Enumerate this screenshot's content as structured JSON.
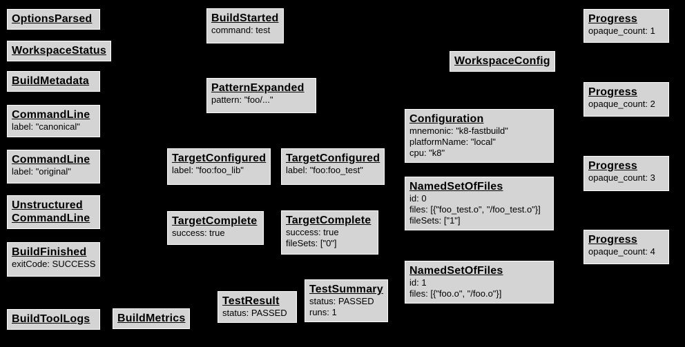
{
  "colors": {
    "background": "#000000",
    "node_fill": "#d4d4d4",
    "node_border": "#ffffff",
    "node_text": "#000000"
  },
  "nodes": {
    "options_parsed": {
      "title": "OptionsParsed",
      "attrs": []
    },
    "workspace_status": {
      "title": "WorkspaceStatus",
      "attrs": []
    },
    "build_metadata": {
      "title": "BuildMetadata",
      "attrs": []
    },
    "command_line_canonical": {
      "title": "CommandLine",
      "attrs": [
        "label: \"canonical\""
      ]
    },
    "command_line_original": {
      "title": "CommandLine",
      "attrs": [
        "label: \"original\""
      ]
    },
    "unstructured_command_line": {
      "title": "Unstructured CommandLine",
      "attrs": []
    },
    "build_finished": {
      "title": "BuildFinished",
      "attrs": [
        "exitCode: SUCCESS"
      ]
    },
    "build_tool_logs": {
      "title": "BuildToolLogs",
      "attrs": []
    },
    "build_metrics": {
      "title": "BuildMetrics",
      "attrs": []
    },
    "build_started": {
      "title": "BuildStarted",
      "attrs": [
        "command: test"
      ]
    },
    "pattern_expanded": {
      "title": "PatternExpanded",
      "attrs": [
        "pattern: \"foo/...\""
      ]
    },
    "target_configured_lib": {
      "title": "TargetConfigured",
      "attrs": [
        "label: \"foo:foo_lib\""
      ]
    },
    "target_configured_test": {
      "title": "TargetConfigured",
      "attrs": [
        "label: \"foo:foo_test\""
      ]
    },
    "target_complete_lib": {
      "title": "TargetComplete",
      "attrs": [
        "success: true"
      ]
    },
    "target_complete_test": {
      "title": "TargetComplete",
      "attrs": [
        "success: true",
        "fileSets: [\"0\"]"
      ]
    },
    "test_result": {
      "title": "TestResult",
      "attrs": [
        "status: PASSED"
      ]
    },
    "test_summary": {
      "title": "TestSummary",
      "attrs": [
        "status: PASSED",
        "runs: 1"
      ]
    },
    "workspace_config": {
      "title": "WorkspaceConfig",
      "attrs": []
    },
    "configuration": {
      "title": "Configuration",
      "attrs": [
        "mnemonic: \"k8-fastbuild\"",
        "platformName: \"local\"",
        "cpu: \"k8\""
      ]
    },
    "named_set_of_files_0": {
      "title": "NamedSetOfFiles",
      "attrs": [
        "id: 0",
        "files: [{\"foo_test.o\", \"/foo_test.o\"}]",
        "fileSets: [\"1\"]"
      ]
    },
    "named_set_of_files_1": {
      "title": "NamedSetOfFiles",
      "attrs": [
        "id: 1",
        "files: [{\"foo.o\", \"/foo.o\"}]"
      ]
    },
    "progress_1": {
      "title": "Progress",
      "attrs": [
        "opaque_count: 1"
      ]
    },
    "progress_2": {
      "title": "Progress",
      "attrs": [
        "opaque_count: 2"
      ]
    },
    "progress_3": {
      "title": "Progress",
      "attrs": [
        "opaque_count: 3"
      ]
    },
    "progress_4": {
      "title": "Progress",
      "attrs": [
        "opaque_count: 4"
      ]
    }
  }
}
